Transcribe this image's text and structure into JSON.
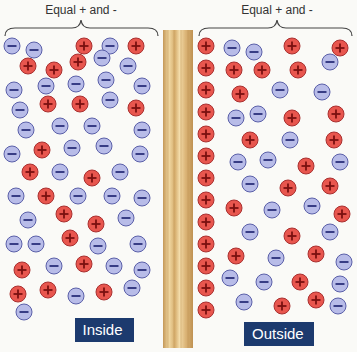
{
  "diagram": {
    "nodes": [
      {
        "text": [
          "Inside"
        ]
      },
      {
        "text": [
          "Outside"
        ]
      }
    ],
    "labels": [
      "Equal + and -",
      "Equal + and -"
    ]
  }
}
